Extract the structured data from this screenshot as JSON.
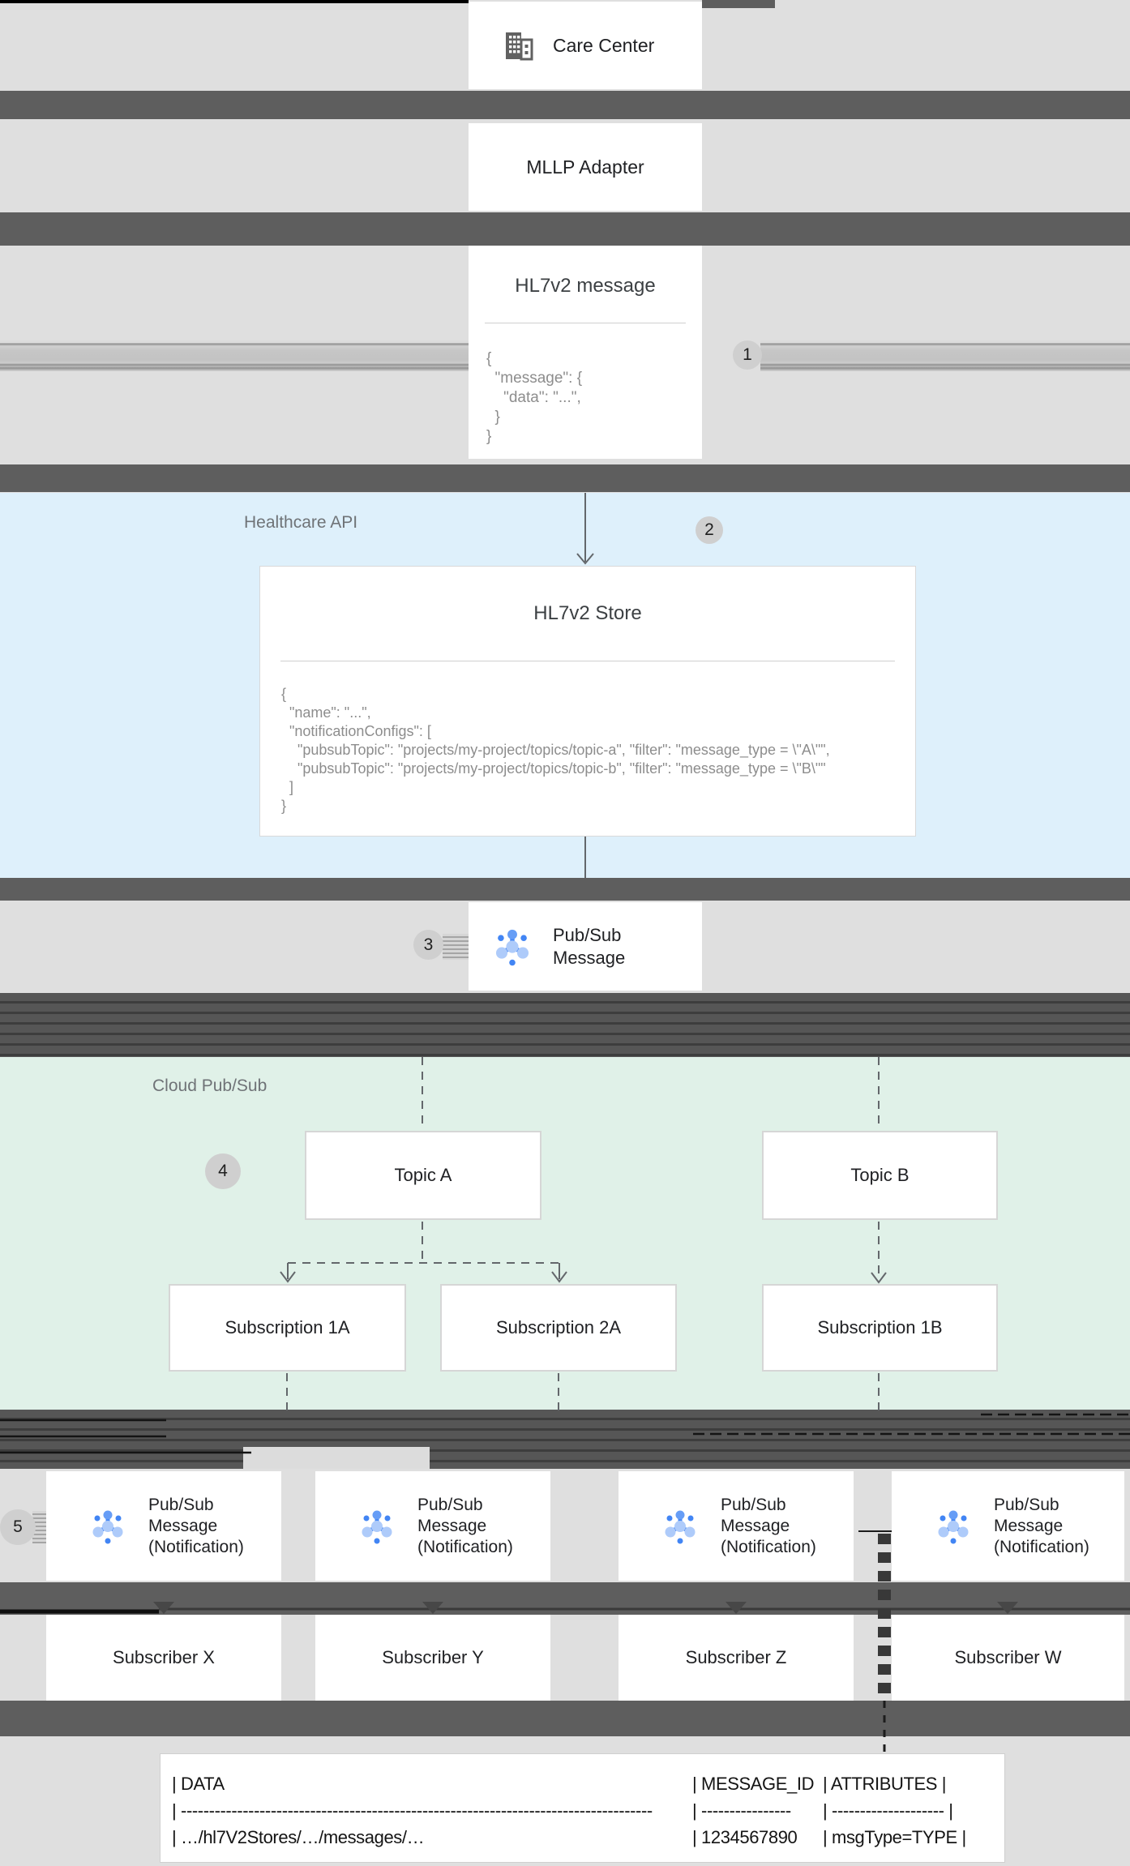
{
  "sections": {
    "healthcare_api": {
      "label": "Healthcare API"
    },
    "cloud_pubsub": {
      "label": "Cloud Pub/Sub"
    }
  },
  "badges": {
    "step1": "1",
    "step2": "2",
    "step3": "3",
    "step4": "4",
    "step5": "5"
  },
  "nodes": {
    "care_center": {
      "label": "Care Center"
    },
    "mllp_adapter": {
      "label": "MLLP Adapter"
    },
    "hl7v2_message": {
      "title": "HL7v2 message",
      "code": "{\n  \"message\": {\n    \"data\": \"...\",\n  }\n}"
    },
    "hl7v2_store": {
      "title": "HL7v2 Store",
      "code": "{\n  \"name\": \"...\",\n  \"notificationConfigs\": [\n    \"pubsubTopic\": \"projects/my-project/topics/topic-a\", \"filter\": \"message_type = \\\"A\\\"\",\n    \"pubsubTopic\": \"projects/my-project/topics/topic-b\", \"filter\": \"message_type = \\\"B\\\"\"\n  ]\n}"
    },
    "pubsub_message": {
      "line1": "Pub/Sub",
      "line2": "Message"
    },
    "topic_a": {
      "label": "Topic A"
    },
    "topic_b": {
      "label": "Topic B"
    },
    "subscription_1a": {
      "label": "Subscription 1A"
    },
    "subscription_2a": {
      "label": "Subscription 2A"
    },
    "subscription_1b": {
      "label": "Subscription 1B"
    },
    "pubsub_notification": {
      "line1": "Pub/Sub",
      "line2": "Message",
      "line3": "(Notification)"
    },
    "subscribers": [
      {
        "label": "Subscriber X"
      },
      {
        "label": "Subscriber Y"
      },
      {
        "label": "Subscriber Z"
      },
      {
        "label": "Subscriber W"
      }
    ]
  },
  "message_table": {
    "header": {
      "data": "| DATA",
      "message_id": "| MESSAGE_ID",
      "attributes": "| ATTRIBUTES |"
    },
    "divider": {
      "data": "| ------------------------------------------------------------------------------------",
      "message_id": "| ----------------",
      "attributes": "| -------------------- |"
    },
    "row": {
      "data": "| …/hl7V2Stores/…/messages/…",
      "message_id": "| 1234567890",
      "attributes": "| msgType=TYPE |"
    }
  },
  "colors": {
    "pubsub_blue": "#4285f4",
    "pubsub_light_blue": "#aecbfa",
    "healthcare_api_bg": "#def0fb",
    "cloud_pubsub_bg": "#e0f1e8",
    "separator_gray": "#5e5e5e"
  }
}
